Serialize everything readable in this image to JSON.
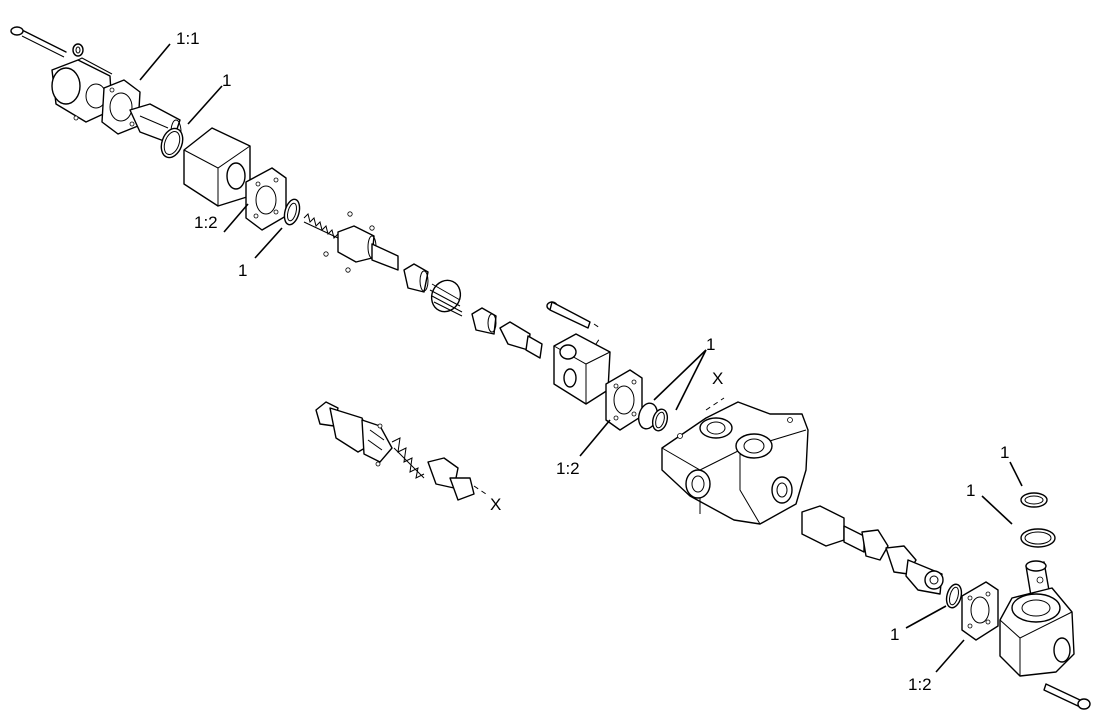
{
  "callouts": [
    {
      "text": "1:1"
    },
    {
      "text": "1"
    },
    {
      "text": "1:2"
    },
    {
      "text": "1"
    },
    {
      "text": "1:2"
    },
    {
      "text": "1"
    },
    {
      "text": "X"
    },
    {
      "text": "X"
    },
    {
      "text": "1"
    },
    {
      "text": "1"
    },
    {
      "text": "1"
    },
    {
      "text": "1:2"
    }
  ]
}
